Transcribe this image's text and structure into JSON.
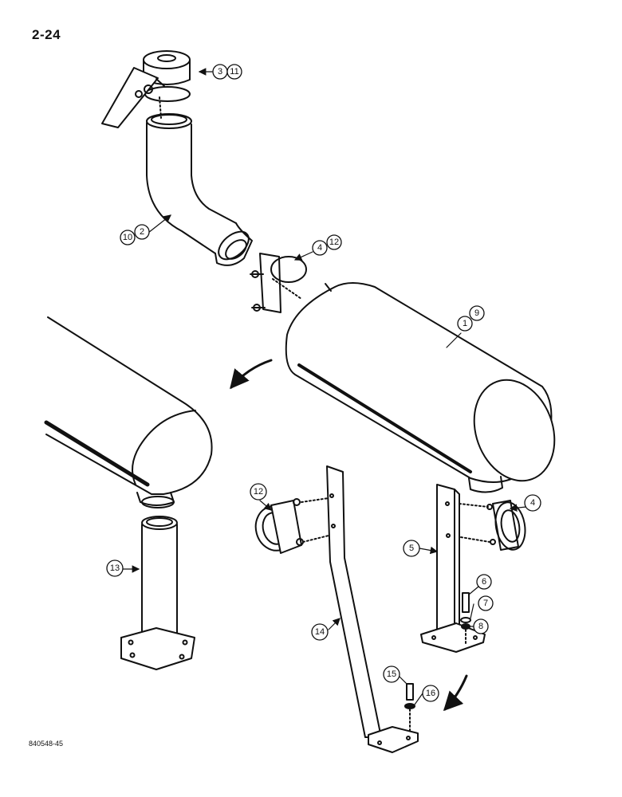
{
  "page_number": "2-24",
  "figure_code": "840548-45",
  "callouts": {
    "c3": "3",
    "c11": "11",
    "c10": "10",
    "c2": "2",
    "c4a": "4",
    "c12a": "12",
    "c1": "1",
    "c9": "9",
    "c12b": "12",
    "c4b": "4",
    "c13": "13",
    "c5": "5",
    "c6": "6",
    "c7": "7",
    "c8": "8",
    "c14": "14",
    "c15": "15",
    "c16": "16"
  },
  "colors": {
    "ink": "#111111",
    "paper": "#ffffff",
    "shade": "#dddddd"
  }
}
